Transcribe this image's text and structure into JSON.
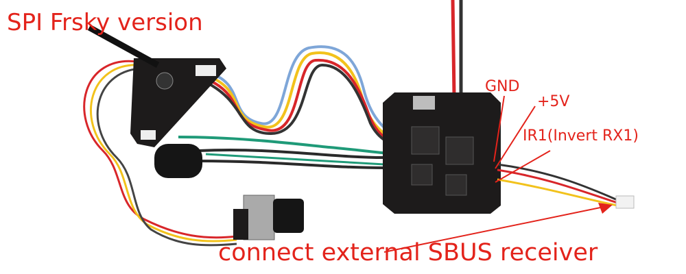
{
  "title": "SPI Frsky version",
  "labels": {
    "gnd": "GND",
    "plus5v": "+5V",
    "ir1": "IR1(Invert RX1)",
    "connect": "connect external SBUS receiver"
  },
  "colors": {
    "annotation": "#e3231b",
    "pcb": "#1d1b1b",
    "wire_red": "#d8262a",
    "wire_yellow": "#f2c21c",
    "wire_blue": "#7ea6d8",
    "wire_black": "#333333",
    "wire_green": "#1f9a78"
  }
}
